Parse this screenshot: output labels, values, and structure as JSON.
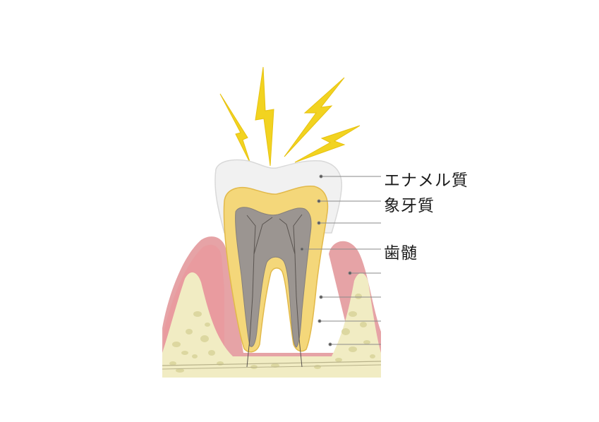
{
  "labels": {
    "enamel": "エナメル質",
    "dentin": "象牙質",
    "pulp": "歯髄"
  },
  "colors": {
    "enamel": "#f1f1f1",
    "dentin": "#f4d77a",
    "pulp": "#9b9591",
    "gum": "#e6a3a6",
    "bone": "#f1ecc3",
    "lightning": "#f2d320"
  }
}
